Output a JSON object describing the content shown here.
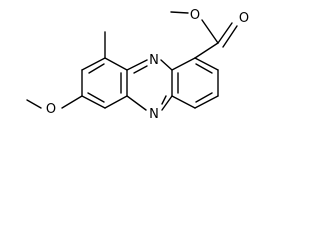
{
  "molecule": {
    "atom_labels": {
      "n_top": "N",
      "n_bottom": "N",
      "o_carbonyl": "O",
      "o_ester": "O",
      "o_ether": "O"
    }
  }
}
